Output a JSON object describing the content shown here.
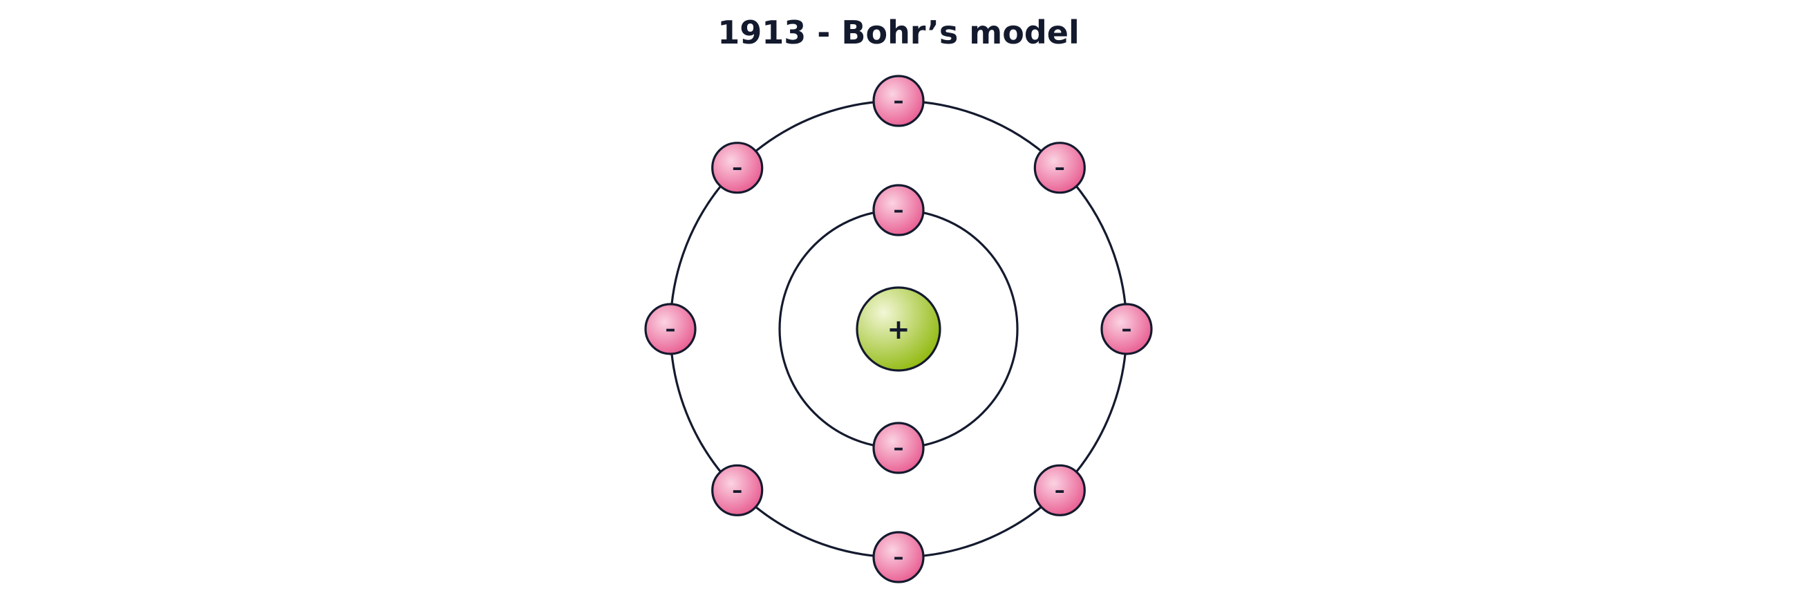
{
  "title": "1913 - Bohr’s model",
  "nucleus": {
    "sign": "+",
    "color_light": "#f2f7d6",
    "color_dark": "#8fb80c"
  },
  "electron": {
    "sign": "–",
    "color_light": "#fbd3e2",
    "color_dark": "#e85a8f"
  },
  "shells": [
    {
      "name": "inner-shell",
      "electron_count": 2
    },
    {
      "name": "outer-shell",
      "electron_count": 8
    }
  ]
}
